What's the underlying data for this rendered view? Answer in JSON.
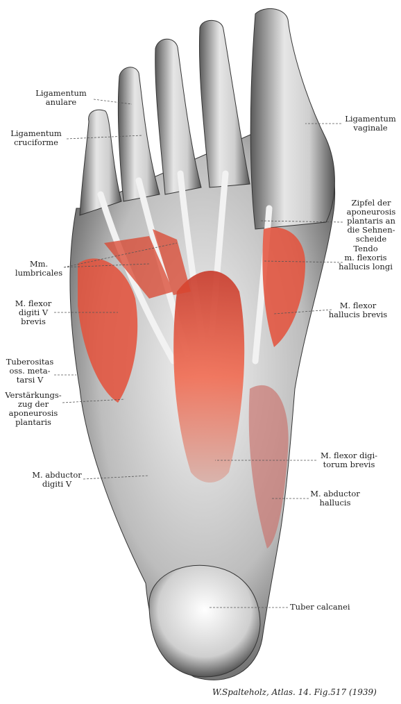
{
  "labels": {
    "ligamentum_anulare": [
      "Ligamentum",
      "anulare"
    ],
    "ligamentum_cruciforme": [
      "Ligamentum",
      "cruciforme"
    ],
    "ligamentum_vaginale": [
      "Ligamentum",
      "vaginale"
    ],
    "zipfel": [
      "Zipfel der",
      "aponeurosis",
      "plantaris an",
      "die Sehnen-",
      "scheide"
    ],
    "tendo_flexoris_hallucis_longi": [
      "Tendo",
      "m. flexoris",
      "hallucis longi"
    ],
    "mm_lumbricales": [
      "Mm.",
      "lumbricales"
    ],
    "flexor_digiti_v_brevis": [
      "M. flexor",
      "digiti V",
      "brevis"
    ],
    "flexor_hallucis_brevis": [
      "M. flexor",
      "hallucis brevis"
    ],
    "tuberositas": [
      "Tuberositas",
      "oss. meta-",
      "tarsi V"
    ],
    "verstaerkungszug": [
      "Verstärkungs-",
      "zug der",
      "aponeurosis",
      "plantaris"
    ],
    "flexor_digitorum_brevis": [
      "M. flexor digi-",
      "torum brevis"
    ],
    "abductor_digiti_v": [
      "M. abductor",
      "digiti V"
    ],
    "abductor_hallucis": [
      "M. abductor",
      "hallucis"
    ],
    "tuber_calcanei": [
      "Tuber calcanei"
    ]
  },
  "caption": "W.Spalteholz, Atlas. 14. Fig.517 (1939)",
  "colors": {
    "skin": "#d6d6d6",
    "tendon": "#eeeeee",
    "muscle": "#e8553e",
    "shadow": "#3a3a3a",
    "leader": "#555555"
  }
}
